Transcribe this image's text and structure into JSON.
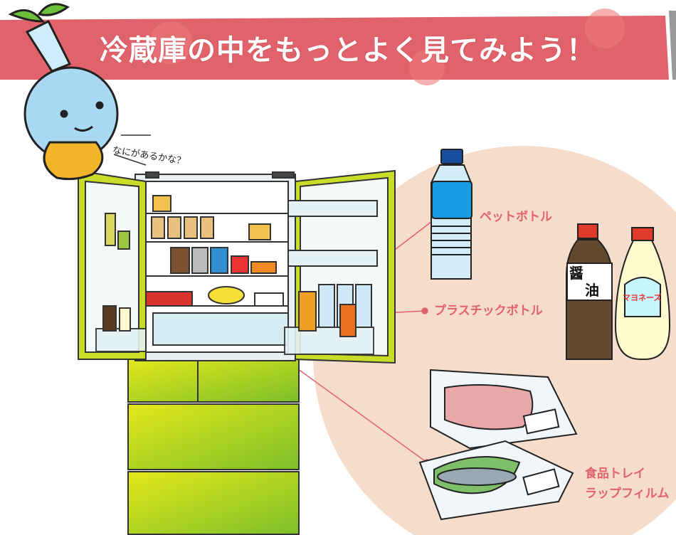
{
  "title": "冷蔵庫の中をもっとよく見てみよう！",
  "speech": "なにがあるかな？",
  "labels": {
    "pet_bottle": "ペットボトル",
    "plastic_bottle": "プラスチックボトル",
    "food_tray": "食品トレイ",
    "wrap_film": "ラップフィルム"
  },
  "bottle_labels": {
    "soy_sauce_1": "醤",
    "soy_sauce_2": "油",
    "mayonnaise": "マヨネーズ"
  },
  "colors": {
    "banner": "#e0636b",
    "label": "#e0636b",
    "circle": "#f5dccb",
    "fridge": "#c8dc28"
  }
}
